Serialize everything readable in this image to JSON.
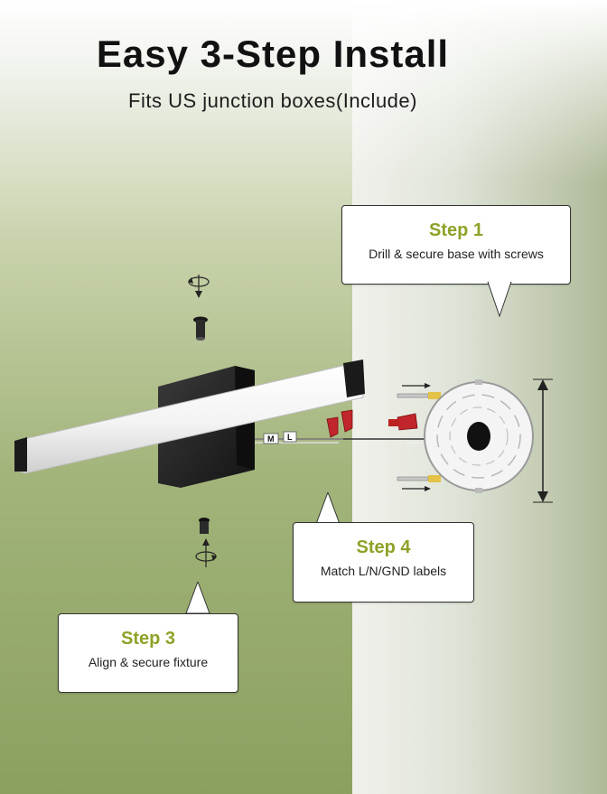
{
  "header": {
    "title": "Easy 3-Step Install",
    "subtitle": "Fits US junction boxes(Include)"
  },
  "steps": [
    {
      "label": "Step 1",
      "text": "Drill & secure base with screws"
    },
    {
      "label": "Step 4",
      "text": "Match L/N/GND labels"
    },
    {
      "label": "Step 3",
      "text": "Align & secure fixture"
    }
  ],
  "wire_labels": {
    "m": "M",
    "l": "L"
  },
  "colors": {
    "accent": "#8fa227",
    "fixture": "#1f1f1f",
    "connector": "#c0262b"
  },
  "icons": [
    "rotate-clockwise-icon",
    "mounting-screw-icon",
    "rotate-counterclockwise-icon",
    "wire-nut-icon",
    "mounting-bracket-icon",
    "height-dimension-arrow-icon"
  ]
}
